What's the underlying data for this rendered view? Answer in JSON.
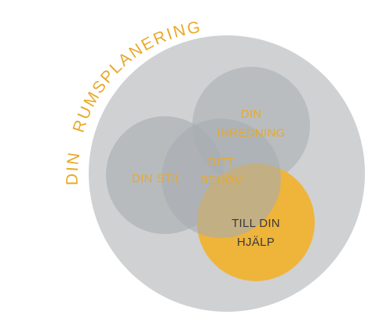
{
  "colors": {
    "outer_circle": "#cfd1d3",
    "gray_circles": "#a8adb1",
    "help_circle": "#efb43a",
    "accent_text": "#e9a92a",
    "dark_text": "#3a3a3a",
    "white_text": "#ffffff"
  },
  "title": {
    "word1": "DIN",
    "word2": "RUMSPLANERING"
  },
  "circles": {
    "style": {
      "line1": "DIN STIL"
    },
    "interior": {
      "line1": "DIN",
      "line2": "INREDNING"
    },
    "needs": {
      "line1": "DITT",
      "line2": "BEHOV"
    },
    "help": {
      "line1": "TILL DIN",
      "line2": "HJÄLP"
    }
  }
}
